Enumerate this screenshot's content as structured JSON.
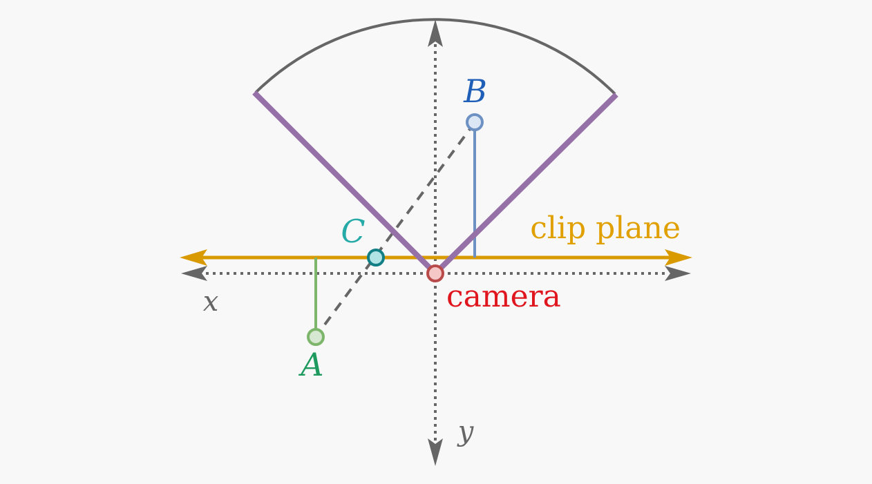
{
  "labels": {
    "point_a": "A",
    "point_b": "B",
    "point_c": "C",
    "camera": "camera",
    "clip_plane": "clip plane",
    "x_axis": "x",
    "y_axis": "y"
  },
  "colors": {
    "background": "#f8f8f8",
    "axis": "#666666",
    "frustum": "#9671a8",
    "clip_plane": "#d99a00",
    "clip_label": "#e0a000",
    "camera_label": "#e0161f",
    "camera_fill": "#f5c7c7",
    "camera_stroke": "#b94a4a",
    "a_label": "#1f9a5f",
    "a_stroke": "#7db56a",
    "a_fill": "#d7e8d2",
    "b_label": "#1f5fb8",
    "b_stroke": "#6e91c4",
    "b_fill": "#dce7f6",
    "c_label": "#26aaa8",
    "c_stroke": "#127f85",
    "c_fill": "#b2e4e6"
  }
}
